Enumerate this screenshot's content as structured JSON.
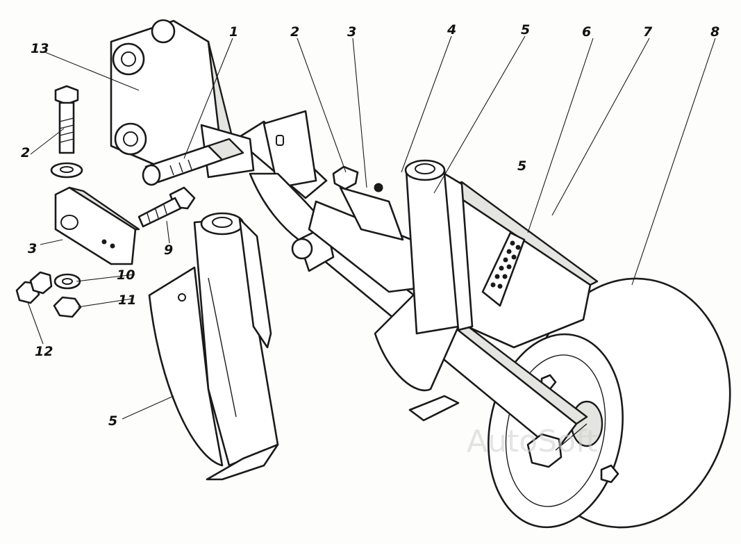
{
  "callouts": {
    "c1": "1",
    "c2_left": "2",
    "c2_top": "2",
    "c3_top": "3",
    "c3_left": "3",
    "c4": "4",
    "c5_top": "5",
    "c5_right": "5",
    "c5_bottom": "5",
    "c6": "6",
    "c7": "7",
    "c8": "8",
    "c9": "9",
    "c10": "10",
    "c11": "11",
    "c12": "12",
    "c13": "13"
  },
  "watermark": "AutoSoft",
  "colors": {
    "ink": "#1a1a1a",
    "paper": "#fdfdfb",
    "shade": "#e4e4e0"
  }
}
